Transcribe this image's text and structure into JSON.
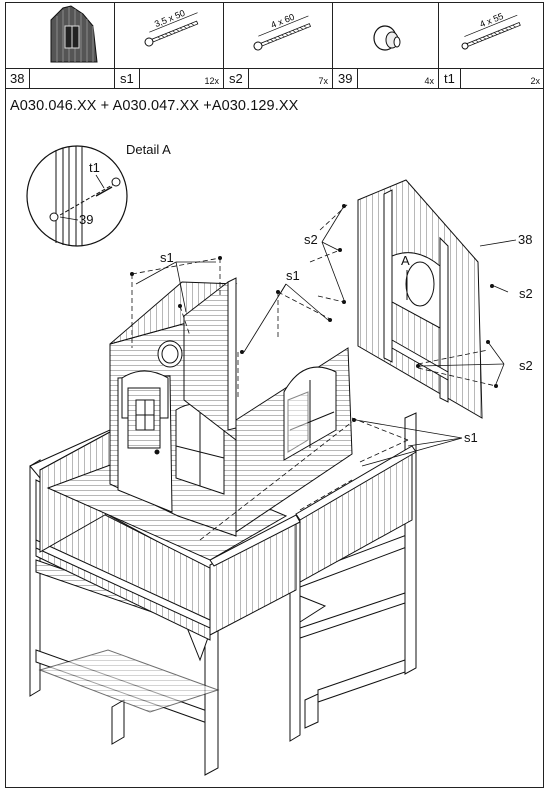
{
  "parts": [
    {
      "id": "38",
      "qty": "",
      "size": "",
      "icon": "wall-panel-icon"
    },
    {
      "id": "s1",
      "qty": "12x",
      "size": "3,5 x 50",
      "icon": "screw-icon"
    },
    {
      "id": "s2",
      "qty": "7x",
      "size": "4 x 60",
      "icon": "screw-icon"
    },
    {
      "id": "39",
      "qty": "4x",
      "size": "",
      "icon": "knob-icon"
    },
    {
      "id": "t1",
      "qty": "2x",
      "size": "4 x 55",
      "icon": "screw-icon"
    }
  ],
  "header": {
    "codes": "A030.046.XX + A030.047.XX +A030.129.XX"
  },
  "detail": {
    "title": "Detail A",
    "marker": "A",
    "t1": "t1",
    "part39": "39"
  },
  "labels": {
    "s1_top": "s1",
    "s1_mid": "s1",
    "s2_top": "s2",
    "part38": "38",
    "s2_right_top": "s2",
    "s2_right_low": "s2",
    "s1_right": "s1"
  }
}
